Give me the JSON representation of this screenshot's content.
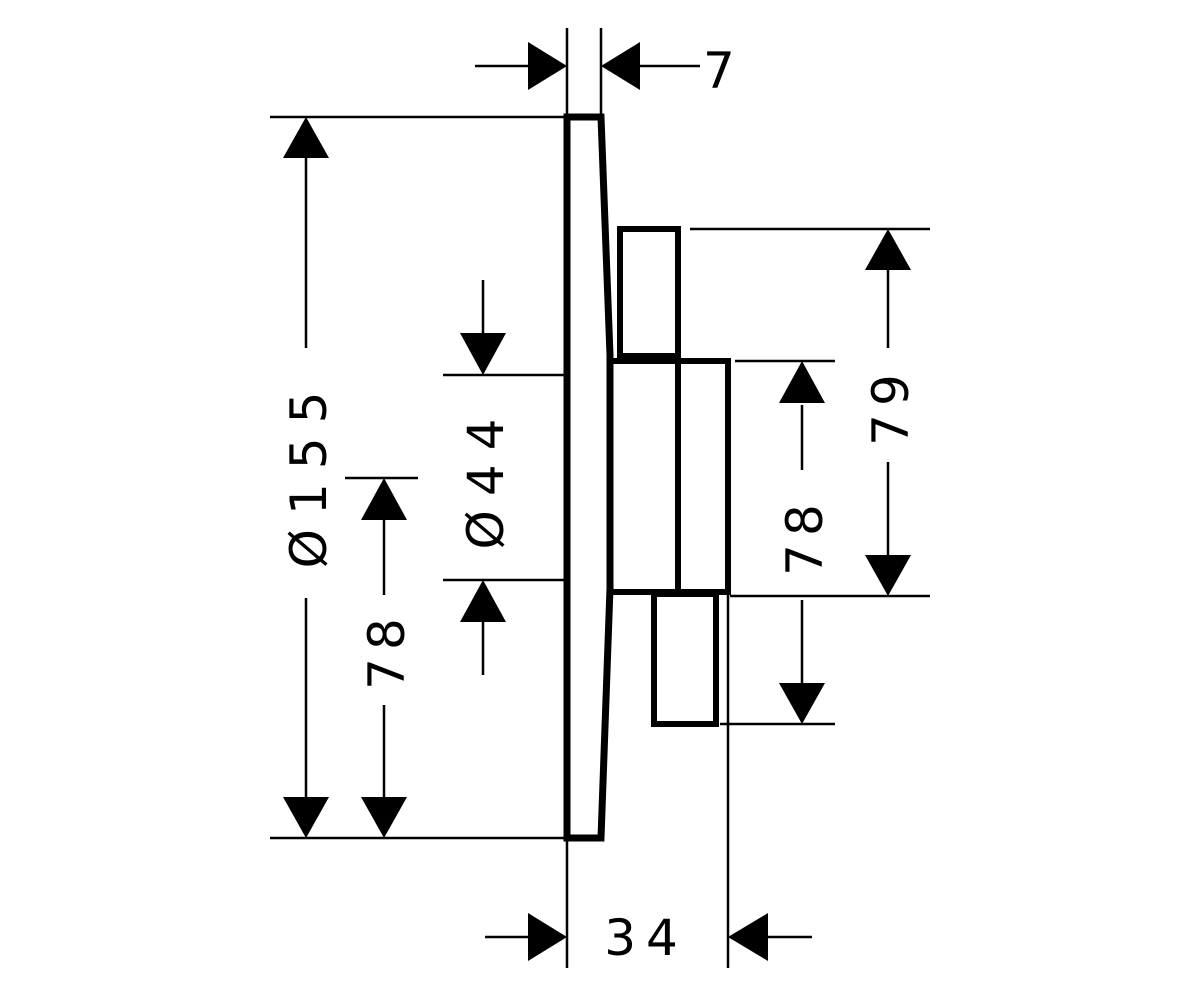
{
  "drawing": {
    "dimensions": {
      "plate_thickness": "7",
      "plate_diameter": "Ø155",
      "knob_diameter": "Ø44",
      "left_half_height": "78",
      "right_knob_offset": "78",
      "right_upper_height": "79",
      "total_depth": "34"
    }
  }
}
